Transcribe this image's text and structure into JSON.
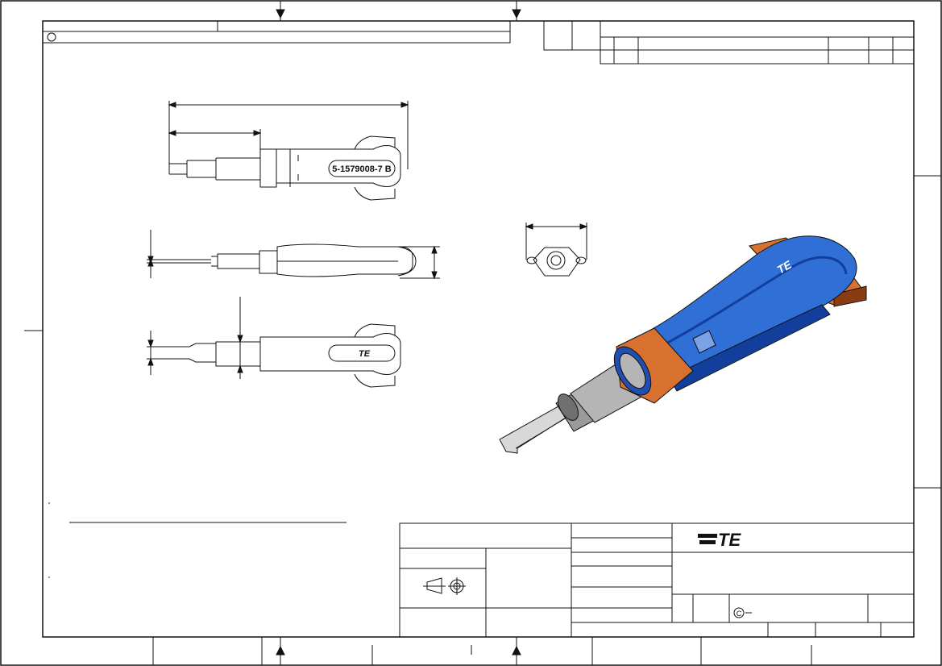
{
  "sheet": {
    "part_marking": "5-1579008-7 B",
    "logo_text": "TE",
    "copyright_symbol": "C"
  },
  "colors": {
    "line": "#111111",
    "handle_blue": "#2f6fd6",
    "handle_blue_dark": "#123f9c",
    "collar_orange": "#d8712f",
    "collar_orange_dark": "#8a3b12",
    "shaft_gray": "#a8a8a8"
  }
}
